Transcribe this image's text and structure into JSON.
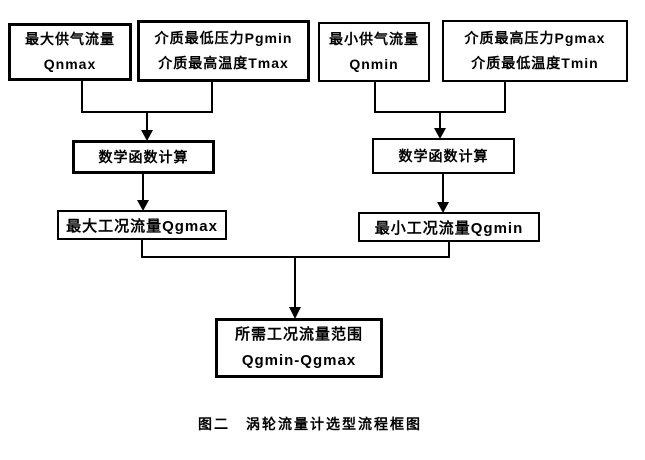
{
  "diagram": {
    "type": "flowchart",
    "boxes": {
      "qnmax": {
        "line1": "最大供气流量",
        "line2": "Qnmax"
      },
      "pgmin_tmax": {
        "line1": "介质最低压力Pgmin",
        "line2": "介质最高温度Tmax"
      },
      "qnmin": {
        "line1": "最小供气流量",
        "line2": "Qnmin"
      },
      "pgmax_tmin": {
        "line1": "介质最高压力Pgmax",
        "line2": "介质最低温度Tmin"
      },
      "calc_left": {
        "label": "数学函数计算"
      },
      "calc_right": {
        "label": "数学函数计算"
      },
      "qgmax": {
        "label": "最大工况流量Qgmax"
      },
      "qgmin": {
        "label": "最小工况流量Qgmin"
      },
      "result": {
        "line1": "所需工况流量范围",
        "line2": "Qgmin-Qgmax"
      }
    },
    "connections": [
      {
        "from": "qnmax",
        "to": "calc_left",
        "style": "merge-arrow"
      },
      {
        "from": "pgmin_tmax",
        "to": "calc_left",
        "style": "merge-arrow"
      },
      {
        "from": "qnmin",
        "to": "calc_right",
        "style": "merge-arrow"
      },
      {
        "from": "pgmax_tmin",
        "to": "calc_right",
        "style": "merge-arrow"
      },
      {
        "from": "calc_left",
        "to": "qgmax",
        "style": "arrow"
      },
      {
        "from": "calc_right",
        "to": "qgmin",
        "style": "arrow"
      },
      {
        "from": "qgmax",
        "to": "result",
        "style": "merge-arrow"
      },
      {
        "from": "qgmin",
        "to": "result",
        "style": "merge-arrow"
      }
    ],
    "caption": "图二　涡轮流量计选型流程框图",
    "colors": {
      "line": "#000000",
      "text": "#000000",
      "background": "#ffffff"
    }
  }
}
